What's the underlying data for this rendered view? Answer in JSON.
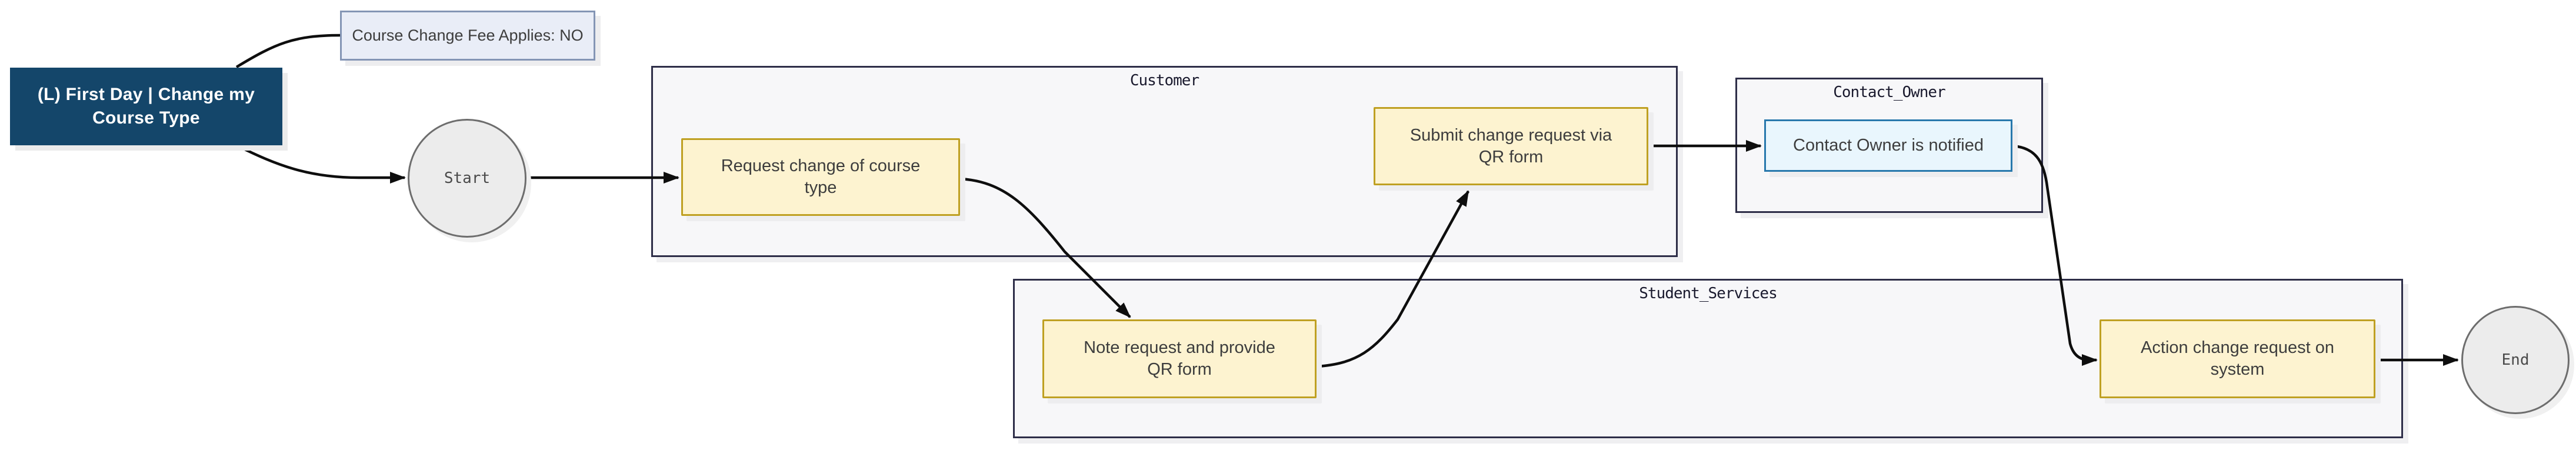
{
  "diagram": {
    "title_node": {
      "label": "(L) First Day | Change my Course Type"
    },
    "note_node": {
      "label": "Course Change Fee Applies: NO"
    },
    "terminals": {
      "start": "Start",
      "end": "End"
    },
    "clusters": [
      {
        "id": "customer",
        "label": "Customer"
      },
      {
        "id": "contact_owner",
        "label": "Contact_Owner"
      },
      {
        "id": "student_services",
        "label": "Student_Services"
      }
    ],
    "tasks": [
      {
        "id": "request",
        "label": "Request change of course type",
        "lane": "Customer"
      },
      {
        "id": "submit",
        "label": "Submit change request via QR form",
        "lane": "Customer"
      },
      {
        "id": "note_request",
        "label": "Note request and provide QR form",
        "lane": "Student_Services"
      },
      {
        "id": "action",
        "label": "Action change request on system",
        "lane": "Student_Services"
      },
      {
        "id": "notify",
        "label": "Contact Owner is notified",
        "lane": "Contact_Owner"
      }
    ],
    "edges": [
      {
        "from": "title",
        "to": "note",
        "arrow": false
      },
      {
        "from": "title",
        "to": "start",
        "arrow": true
      },
      {
        "from": "start",
        "to": "request",
        "arrow": true
      },
      {
        "from": "request",
        "to": "note_request",
        "arrow": true
      },
      {
        "from": "note_request",
        "to": "submit",
        "arrow": true
      },
      {
        "from": "submit",
        "to": "notify",
        "arrow": true
      },
      {
        "from": "notify",
        "to": "action",
        "arrow": true
      },
      {
        "from": "action",
        "to": "end",
        "arrow": true
      }
    ],
    "colors": {
      "title_bg": "#14466a",
      "title_text": "#ffffff",
      "task_fill": "#fdf3d0",
      "task_border": "#bfa022",
      "notify_fill": "#e9f6fd",
      "notify_border": "#2878ac",
      "note_fill": "#e9edf7",
      "note_border": "#8495b5",
      "cluster_fill": "#f7f7f9",
      "cluster_border": "#2e2e48",
      "terminal_fill": "#ececec",
      "terminal_border": "#6d6d6d",
      "edge_stroke": "#0e0e0e",
      "node_text": "#3d3d3d"
    }
  }
}
